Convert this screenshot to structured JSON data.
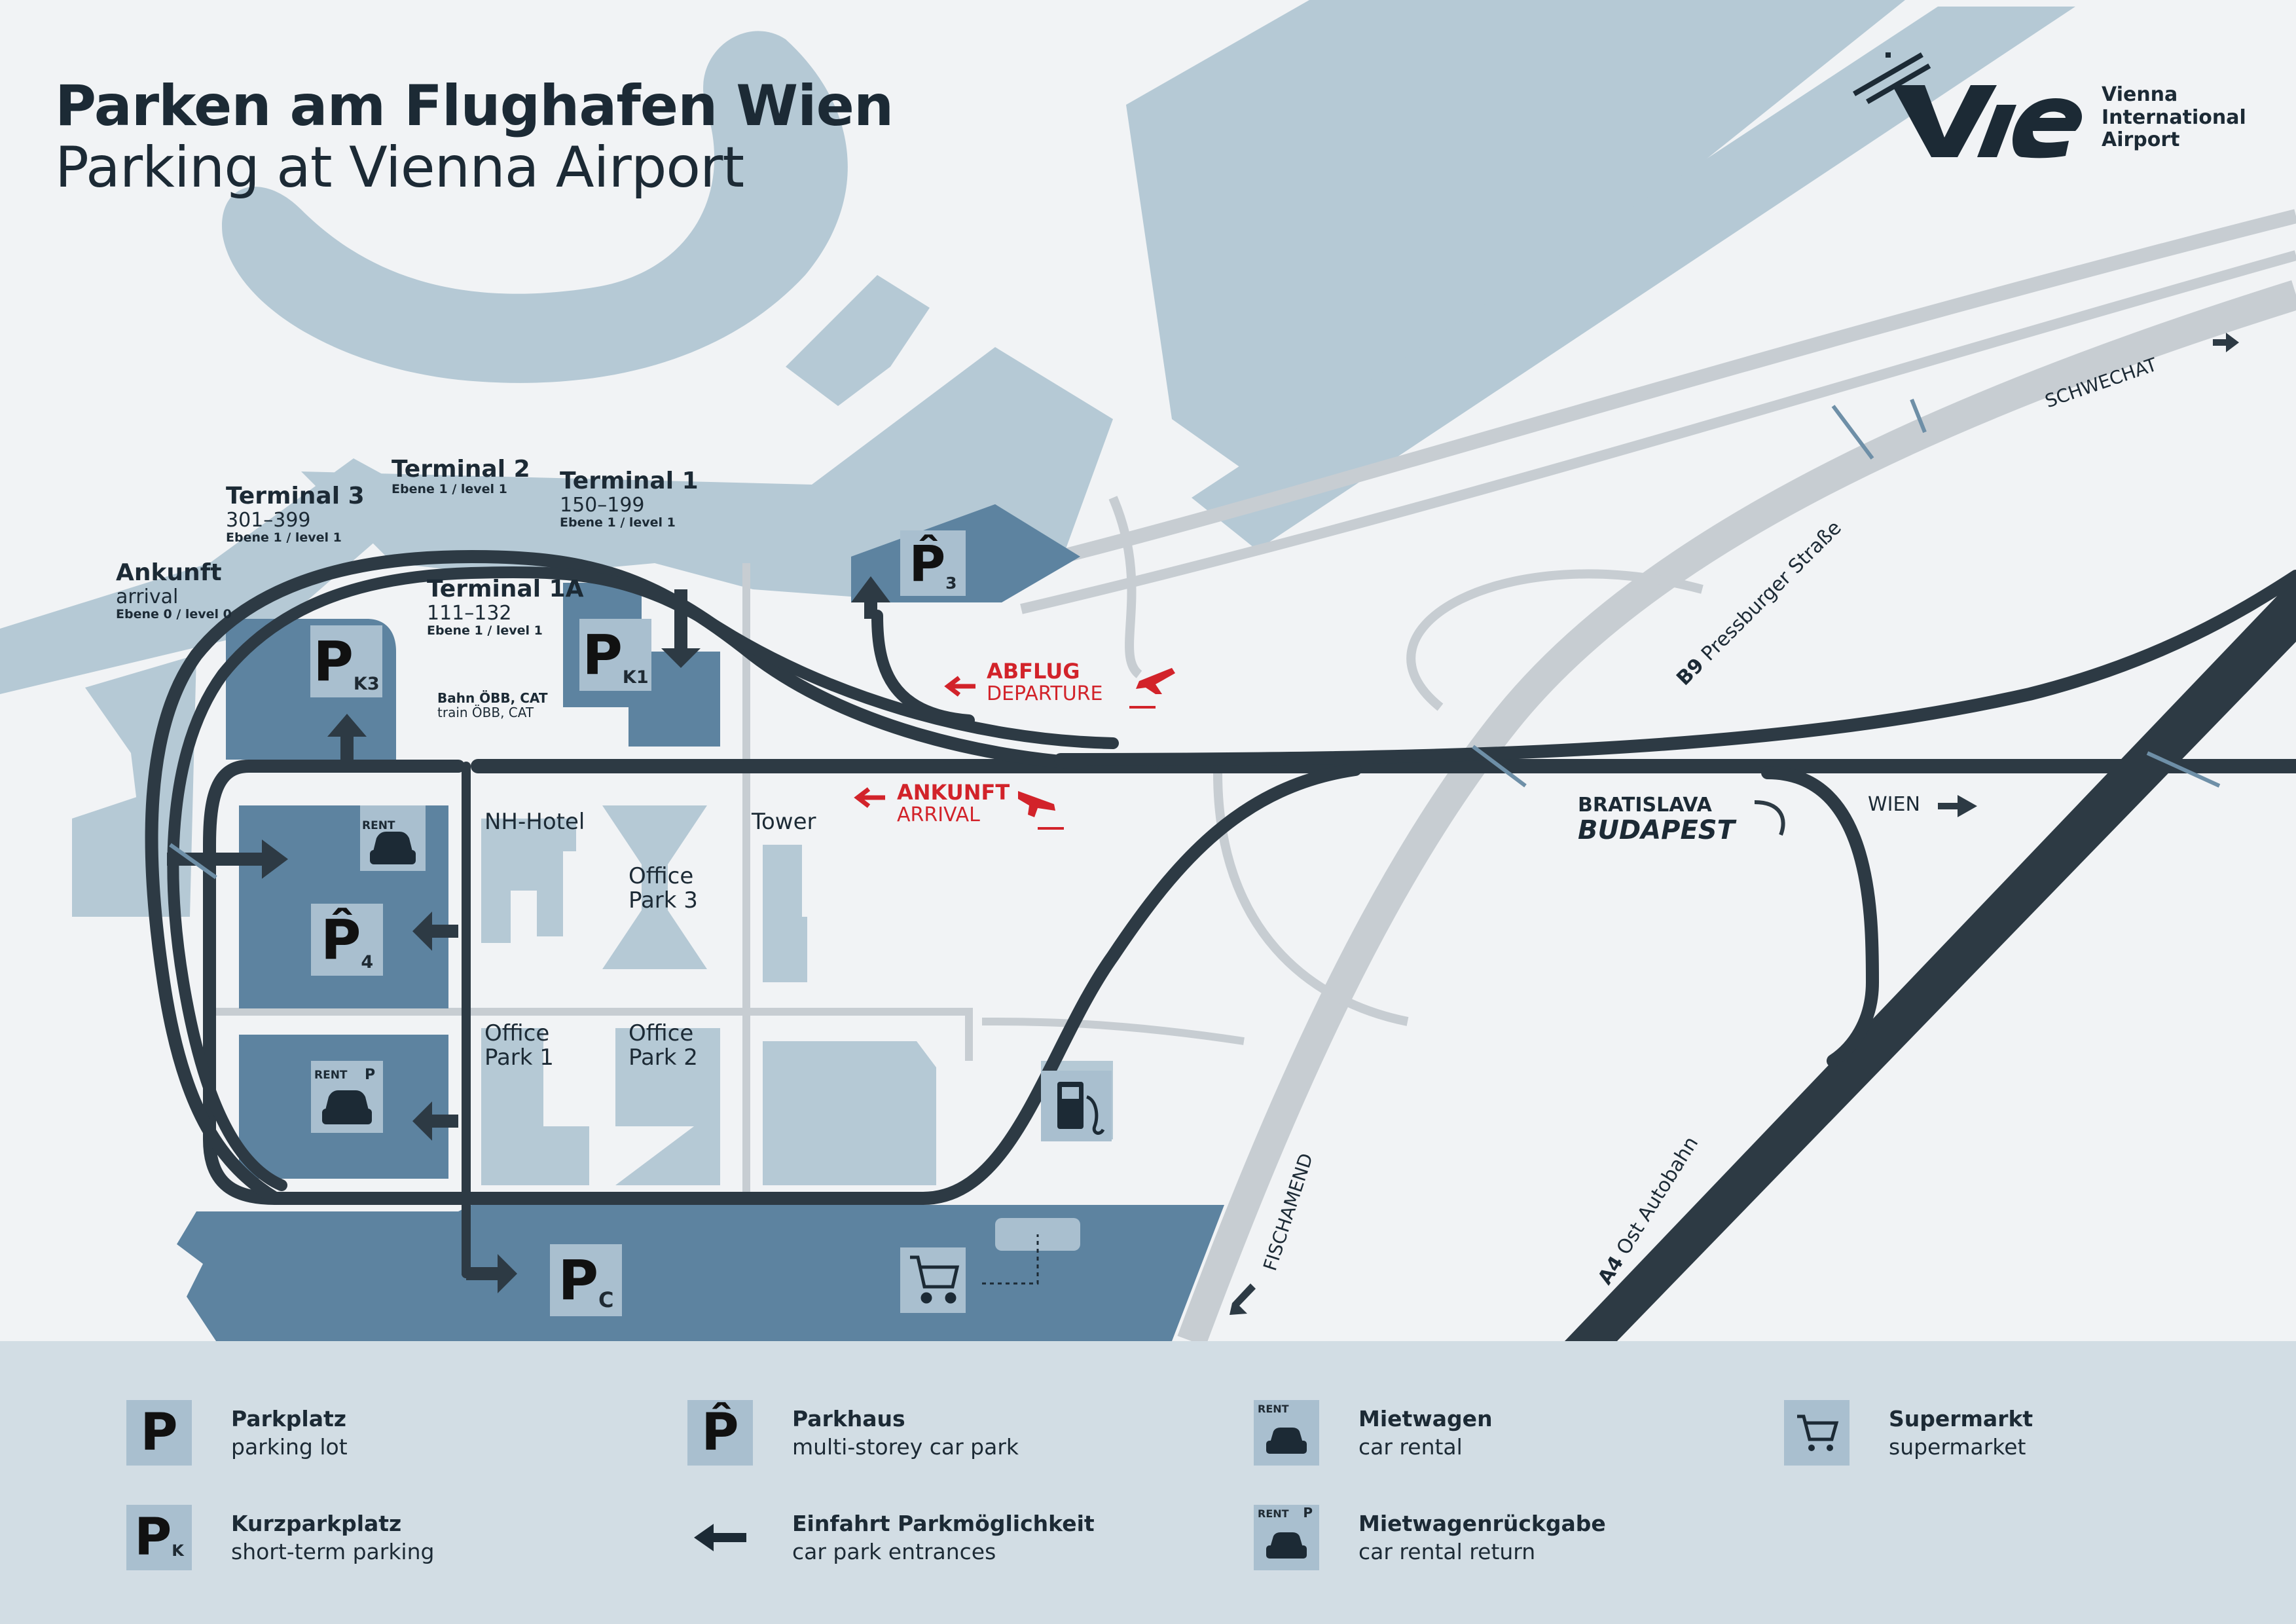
{
  "title": {
    "de": "Parken am Flughafen Wien",
    "en": "Parking at Vienna Airport"
  },
  "logo": {
    "mark": "VIE",
    "line1": "Vienna",
    "line2": "International",
    "line3": "Airport"
  },
  "terminals": {
    "t3": {
      "name": "Terminal 3",
      "gates": "301–399",
      "level": "Ebene 1 / level 1"
    },
    "t2": {
      "name": "Terminal 2",
      "level": "Ebene 1 / level 1"
    },
    "t1": {
      "name": "Terminal 1",
      "gates": "150–199",
      "level": "Ebene 1 / level 1"
    },
    "t1a": {
      "name": "Terminal 1A",
      "gates": "111–132",
      "level": "Ebene 1 / level 1"
    },
    "arrival": {
      "de": "Ankunft",
      "en": "arrival",
      "level": "Ebene 0 / level 0"
    }
  },
  "labels": {
    "bahn": "Bahn ÖBB, CAT",
    "train": "train ÖBB, CAT",
    "nh_hotel": "NH-Hotel",
    "office_park_3": "Office Park 3",
    "office_park_1": "Office Park 1",
    "office_park_2": "Office Park 2",
    "tower": "Tower",
    "abflug": "ABFLUG",
    "departure": "DEPARTURE",
    "ankunft": "ANKUNFT",
    "arrival": "ARRIVAL",
    "bratislava": "BRATISLAVA",
    "budapest": "BUDAPEST",
    "wien": "WIEN",
    "schwechat": "SCHWECHAT",
    "b9_num": "B9",
    "b9": "Pressburger Straße",
    "a4_num": "A4",
    "a4": "Ost Autobahn",
    "fischamend": "FISCHAMEND"
  },
  "parking": {
    "k3": {
      "letter": "P",
      "sub": "K3"
    },
    "k1": {
      "letter": "P",
      "sub": "K1"
    },
    "p3": {
      "letter": "P̂",
      "sub": "3"
    },
    "p4": {
      "letter": "P̂",
      "sub": "4"
    },
    "pc": {
      "letter": "P",
      "sub": "C"
    },
    "rent": "RENT",
    "rent_p": "P"
  },
  "legend": [
    {
      "icon": "parking-lot-icon",
      "de": "Parkplatz",
      "en": "parking lot"
    },
    {
      "icon": "short-term-parking-icon",
      "de": "Kurzparkplatz",
      "en": "short-term parking"
    },
    {
      "icon": "multi-storey-car-park-icon",
      "de": "Parkhaus",
      "en": "multi-storey car park"
    },
    {
      "icon": "entrance-arrow-icon",
      "de": "Einfahrt Parkmöglichkeit",
      "en": "car park entrances"
    },
    {
      "icon": "car-rental-icon",
      "de": "Mietwagen",
      "en": "car rental"
    },
    {
      "icon": "car-rental-return-icon",
      "de": "Mietwagenrückgabe",
      "en": "car rental return"
    },
    {
      "icon": "supermarket-icon",
      "de": "Supermarkt",
      "en": "supermarket"
    }
  ],
  "legend_icon_text": {
    "p": "P",
    "pk": "K",
    "rent": "RENT",
    "rent_p": "P"
  },
  "colors": {
    "background": "#f1f3f5",
    "buildings": "#b5c9d5",
    "parking_area": "#5d83a0",
    "road": "#2d3a44",
    "highway": "#c7cdd2",
    "accent_red": "#d2232a",
    "legend_bg": "#d2dde4"
  }
}
